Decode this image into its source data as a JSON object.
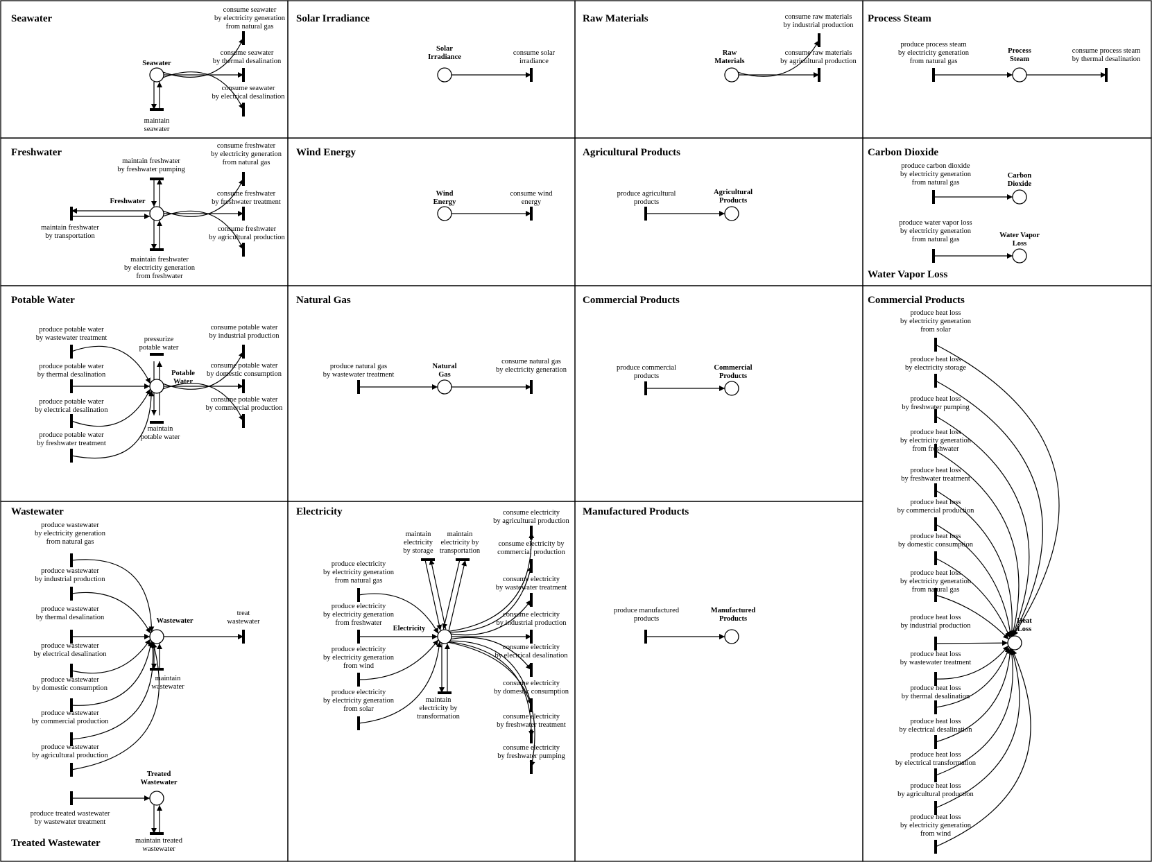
{
  "panels": [
    {
      "id": "seawater",
      "title": "Seawater",
      "titles": [
        {
          "text": "Seawater"
        }
      ],
      "nodes": [
        {
          "id": "sw",
          "label": [
            "Seawater"
          ]
        }
      ],
      "transitions": [
        {
          "id": "t1",
          "label": [
            "consume seawater",
            "by electricity generation",
            "from natural gas"
          ]
        },
        {
          "id": "t2",
          "label": [
            "consume seawater",
            "by thermal desalination"
          ]
        },
        {
          "id": "t3",
          "label": [
            "consume seawater",
            "by electrical desalination"
          ]
        },
        {
          "id": "t4",
          "label": [
            "maintain",
            "seawater"
          ]
        }
      ]
    },
    {
      "id": "solar",
      "title": "Solar Irradiance",
      "titles": [
        {
          "text": "Solar Irradiance"
        }
      ],
      "nodes": [
        {
          "id": "si",
          "label": [
            "Solar",
            "Irradiance"
          ]
        }
      ],
      "transitions": [
        {
          "id": "t1",
          "label": [
            "consume solar",
            "irradiance"
          ]
        }
      ]
    },
    {
      "id": "raw",
      "title": "Raw Materials",
      "titles": [
        {
          "text": "Raw Materials"
        }
      ],
      "nodes": [
        {
          "id": "rm",
          "label": [
            "Raw",
            "Materials"
          ]
        }
      ],
      "transitions": [
        {
          "id": "t1",
          "label": [
            "consume raw materials",
            "by industrial production"
          ]
        },
        {
          "id": "t2",
          "label": [
            "consume raw materials",
            "by agricultural production"
          ]
        }
      ]
    },
    {
      "id": "steam",
      "title": "Process Steam",
      "titles": [
        {
          "text": "Process Steam"
        }
      ],
      "nodes": [
        {
          "id": "ps",
          "label": [
            "Process",
            "Steam"
          ]
        }
      ],
      "transitions": [
        {
          "id": "t1",
          "label": [
            "produce process steam",
            "by electricity generation",
            "from natural gas"
          ]
        },
        {
          "id": "t2",
          "label": [
            "consume process steam",
            "by thermal desalination"
          ]
        }
      ]
    },
    {
      "id": "freshwater",
      "title": "Freshwater",
      "titles": [
        {
          "text": "Freshwater"
        }
      ],
      "nodes": [
        {
          "id": "fw",
          "label": [
            "Freshwater"
          ]
        }
      ],
      "transitions": [
        {
          "id": "t1",
          "label": [
            "consume freshwater",
            "by electricity generation",
            "from natural gas"
          ]
        },
        {
          "id": "t2",
          "label": [
            "consume freshwater",
            "by freshwater treatment"
          ]
        },
        {
          "id": "t3",
          "label": [
            "consume freshwater",
            "by agricultural production"
          ]
        },
        {
          "id": "t4",
          "label": [
            "maintain freshwater",
            "by freshwater pumping"
          ]
        },
        {
          "id": "t5",
          "label": [
            "maintain freshwater",
            "by transportation"
          ]
        },
        {
          "id": "t6",
          "label": [
            "maintain freshwater",
            "by electricity generation",
            "from freshwater"
          ]
        }
      ]
    },
    {
      "id": "wind",
      "title": "Wind Energy",
      "titles": [
        {
          "text": "Wind Energy"
        }
      ],
      "nodes": [
        {
          "id": "we",
          "label": [
            "Wind",
            "Energy"
          ]
        }
      ],
      "transitions": [
        {
          "id": "t1",
          "label": [
            "consume wind",
            "energy"
          ]
        }
      ]
    },
    {
      "id": "agri",
      "title": "Agricultural Products",
      "titles": [
        {
          "text": "Agricultural Products"
        }
      ],
      "nodes": [
        {
          "id": "ap",
          "label": [
            "Agricultural",
            "Products"
          ]
        }
      ],
      "transitions": [
        {
          "id": "t1",
          "label": [
            "produce agricultural",
            "products"
          ]
        }
      ]
    },
    {
      "id": "co2",
      "title": "Carbon Dioxide",
      "titles": [
        {
          "text": "Carbon Dioxide"
        },
        {
          "text": "Water Vapor Loss"
        }
      ],
      "nodes": [
        {
          "id": "cd",
          "label": [
            "Carbon",
            "Dioxide"
          ]
        },
        {
          "id": "wv",
          "label": [
            "Water Vapor",
            "Loss"
          ]
        }
      ],
      "transitions": [
        {
          "id": "t1",
          "label": [
            "produce carbon dioxide",
            "by electricity generation",
            "from natural gas"
          ]
        },
        {
          "id": "t2",
          "label": [
            "produce water vapor loss",
            "by electricity generation",
            "from natural gas"
          ]
        }
      ]
    },
    {
      "id": "potable",
      "title": "Potable Water",
      "titles": [
        {
          "text": "Potable Water"
        }
      ],
      "nodes": [
        {
          "id": "pw",
          "label": [
            "Potable",
            "Water"
          ]
        }
      ],
      "transitions": [
        {
          "id": "t1",
          "label": [
            "produce potable water",
            "by wastewater treatment"
          ]
        },
        {
          "id": "t2",
          "label": [
            "produce potable water",
            "by thermal desalination"
          ]
        },
        {
          "id": "t3",
          "label": [
            "produce potable water",
            "by electrical desalination"
          ]
        },
        {
          "id": "t4",
          "label": [
            "produce potable water",
            "by freshwater treatment"
          ]
        },
        {
          "id": "t5",
          "label": [
            "pressurize",
            "potable water"
          ]
        },
        {
          "id": "t6",
          "label": [
            "maintain",
            "potable water"
          ]
        },
        {
          "id": "t7",
          "label": [
            "consume potable water",
            "by industrial production"
          ]
        },
        {
          "id": "t8",
          "label": [
            "consume potable water",
            "by domestic consumption"
          ]
        },
        {
          "id": "t9",
          "label": [
            "consume potable water",
            "by commercial production"
          ]
        }
      ]
    },
    {
      "id": "natgas",
      "title": "Natural Gas",
      "titles": [
        {
          "text": "Natural Gas"
        }
      ],
      "nodes": [
        {
          "id": "ng",
          "label": [
            "Natural",
            "Gas"
          ]
        }
      ],
      "transitions": [
        {
          "id": "t1",
          "label": [
            "produce natural gas",
            "by wastewater treatment"
          ]
        },
        {
          "id": "t2",
          "label": [
            "consume natural gas",
            "by electricity generation"
          ]
        }
      ]
    },
    {
      "id": "commercial",
      "title": "Commercial Products",
      "titles": [
        {
          "text": "Commercial Products"
        }
      ],
      "nodes": [
        {
          "id": "cp",
          "label": [
            "Commercial",
            "Products"
          ]
        }
      ],
      "transitions": [
        {
          "id": "t1",
          "label": [
            "produce commercial",
            "products"
          ]
        }
      ]
    },
    {
      "id": "heat",
      "title": "Commercial Products",
      "titles": [
        {
          "text": "Commercial Products"
        }
      ],
      "nodes": [
        {
          "id": "hl",
          "label": [
            "Heat",
            "Loss"
          ]
        }
      ],
      "transitions": [
        {
          "id": "t1",
          "label": [
            "produce heat loss",
            "by electricity generation",
            "from solar"
          ]
        },
        {
          "id": "t2",
          "label": [
            "produce heat loss",
            "by electricity storage"
          ]
        },
        {
          "id": "t3",
          "label": [
            "produce heat loss",
            "by freshwater pumping"
          ]
        },
        {
          "id": "t4",
          "label": [
            "produce heat loss",
            "by electricity generation",
            "from freshwater"
          ]
        },
        {
          "id": "t5",
          "label": [
            "produce heat loss",
            "by freshwater treatment"
          ]
        },
        {
          "id": "t6",
          "label": [
            "produce heat loss",
            "by commercial production"
          ]
        },
        {
          "id": "t7",
          "label": [
            "produce heat loss",
            "by domestic consumption"
          ]
        },
        {
          "id": "t8",
          "label": [
            "produce heat loss",
            "by electricity generation",
            "from natural gas"
          ]
        },
        {
          "id": "t9",
          "label": [
            "produce heat loss",
            "by industrial production"
          ]
        },
        {
          "id": "t10",
          "label": [
            "produce heat loss",
            "by wastewater treatment"
          ]
        },
        {
          "id": "t11",
          "label": [
            "produce heat loss",
            "by thermal desalination"
          ]
        },
        {
          "id": "t12",
          "label": [
            "produce heat loss",
            "by electrical desalination"
          ]
        },
        {
          "id": "t13",
          "label": [
            "produce heat loss",
            "by electrical transformation"
          ]
        },
        {
          "id": "t14",
          "label": [
            "produce heat loss",
            "by agricultural production"
          ]
        },
        {
          "id": "t15",
          "label": [
            "produce heat loss",
            "by electricity generation",
            "from wind"
          ]
        }
      ]
    },
    {
      "id": "wastewater",
      "title": "Wastewater",
      "titles": [
        {
          "text": "Wastewater"
        },
        {
          "text": "Treated Wastewater"
        }
      ],
      "nodes": [
        {
          "id": "ww",
          "label": [
            "Wastewater"
          ]
        },
        {
          "id": "tw",
          "label": [
            "Treated",
            "Wastewater"
          ]
        }
      ],
      "transitions": [
        {
          "id": "t1",
          "label": [
            "produce wastewater",
            "by electricity generation",
            "from natural gas"
          ]
        },
        {
          "id": "t2",
          "label": [
            "produce wastewater",
            "by industrial production"
          ]
        },
        {
          "id": "t3",
          "label": [
            "produce wastewater",
            "by thermal desalination"
          ]
        },
        {
          "id": "t4",
          "label": [
            "produce wastewater",
            "by electrical desalination"
          ]
        },
        {
          "id": "t5",
          "label": [
            "produce wastewater",
            "by domestic consumption"
          ]
        },
        {
          "id": "t6",
          "label": [
            "produce wastewater",
            "by commercial production"
          ]
        },
        {
          "id": "t7",
          "label": [
            "produce wastewater",
            "by agricultural production"
          ]
        },
        {
          "id": "t8",
          "label": [
            "treat",
            "wastewater"
          ]
        },
        {
          "id": "t9",
          "label": [
            "maintain",
            "wastewater"
          ]
        },
        {
          "id": "t10",
          "label": [
            "produce treated wastewater",
            "by wastewater treatment"
          ]
        },
        {
          "id": "t11",
          "label": [
            "maintain treated",
            "wastewater"
          ]
        }
      ]
    },
    {
      "id": "electricity",
      "title": "Electricity",
      "titles": [
        {
          "text": "Electricity"
        }
      ],
      "nodes": [
        {
          "id": "el",
          "label": [
            "Electricity"
          ]
        }
      ],
      "transitions": [
        {
          "id": "t1",
          "label": [
            "produce electricity",
            "by electricity generation",
            "from natural gas"
          ]
        },
        {
          "id": "t2",
          "label": [
            "produce electricity",
            "by electricity generation",
            "from freshwater"
          ]
        },
        {
          "id": "t3",
          "label": [
            "produce electricity",
            "by electricity generation",
            "from wind"
          ]
        },
        {
          "id": "t4",
          "label": [
            "produce electricity",
            "by electricity generation",
            "from solar"
          ]
        },
        {
          "id": "t5",
          "label": [
            "maintain",
            "electricity",
            "by storage"
          ]
        },
        {
          "id": "t6",
          "label": [
            "maintain",
            "electricity by",
            "transportation"
          ]
        },
        {
          "id": "t7",
          "label": [
            "maintain",
            "electricity by",
            "transformation"
          ]
        },
        {
          "id": "t8",
          "label": [
            "consume electricity",
            "by agricultural production"
          ]
        },
        {
          "id": "t9",
          "label": [
            "consume electricity by",
            "commercial production"
          ]
        },
        {
          "id": "t10",
          "label": [
            "consume electricity",
            "by wastewater treatment"
          ]
        },
        {
          "id": "t11",
          "label": [
            "consume electricity",
            "by industrial production"
          ]
        },
        {
          "id": "t12",
          "label": [
            "consume electricity",
            "by electrical desalination"
          ]
        },
        {
          "id": "t13",
          "label": [
            "consume electricity",
            "by domestic consumption"
          ]
        },
        {
          "id": "t14",
          "label": [
            "consume electricity",
            "by freshwater treatment"
          ]
        },
        {
          "id": "t15",
          "label": [
            "consume electricity",
            "by freshwater pumping"
          ]
        }
      ]
    },
    {
      "id": "manufactured",
      "title": "Manufactured Products",
      "titles": [
        {
          "text": "Manufactured Products"
        }
      ],
      "nodes": [
        {
          "id": "mp",
          "label": [
            "Manufactured",
            "Products"
          ]
        }
      ],
      "transitions": [
        {
          "id": "t1",
          "label": [
            "produce manufactured",
            "products"
          ]
        }
      ]
    }
  ]
}
